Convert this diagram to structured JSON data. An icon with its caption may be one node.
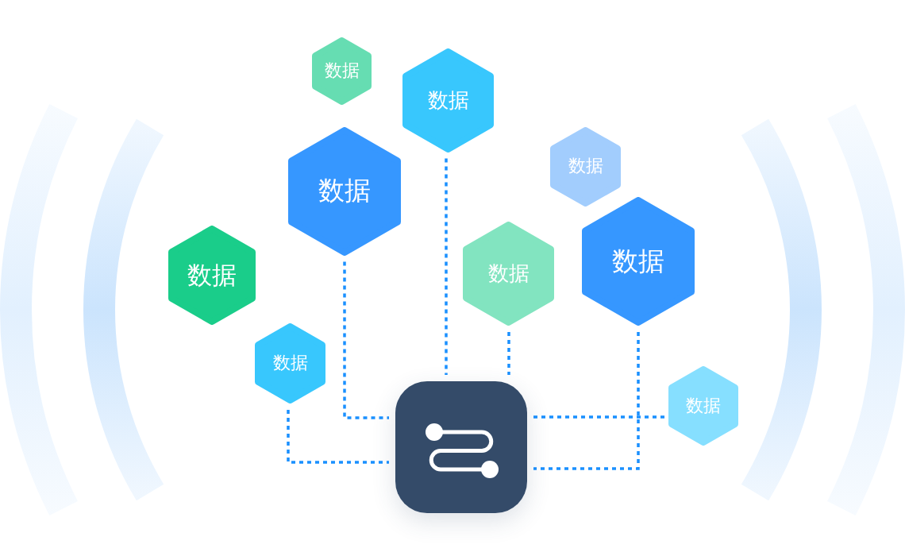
{
  "diagram": {
    "nodes": [
      {
        "text": [
          "数据"
        ]
      },
      {
        "text": [
          "数据"
        ]
      },
      {
        "text": [
          "数据"
        ]
      },
      {
        "text": [
          "数据"
        ]
      },
      {
        "text": [
          "数据"
        ]
      },
      {
        "text": [
          "数据"
        ]
      },
      {
        "text": [
          "数据"
        ]
      },
      {
        "text": [
          "数据"
        ]
      },
      {
        "text": [
          "数据"
        ]
      },
      {
        "text": [],
        "shape": "box"
      }
    ],
    "edges": [
      {
        "from": 1,
        "to": 9,
        "arrow": "none",
        "style": "dashed"
      },
      {
        "from": 2,
        "to": 9,
        "arrow": "none",
        "style": "dashed"
      },
      {
        "from": 5,
        "to": 9,
        "arrow": "none",
        "style": "dashed"
      },
      {
        "from": 6,
        "to": 9,
        "arrow": "none",
        "style": "dashed"
      },
      {
        "from": 7,
        "to": 9,
        "arrow": "none",
        "style": "dashed"
      },
      {
        "from": 8,
        "to": 9,
        "arrow": "none",
        "style": "dashed"
      }
    ]
  }
}
